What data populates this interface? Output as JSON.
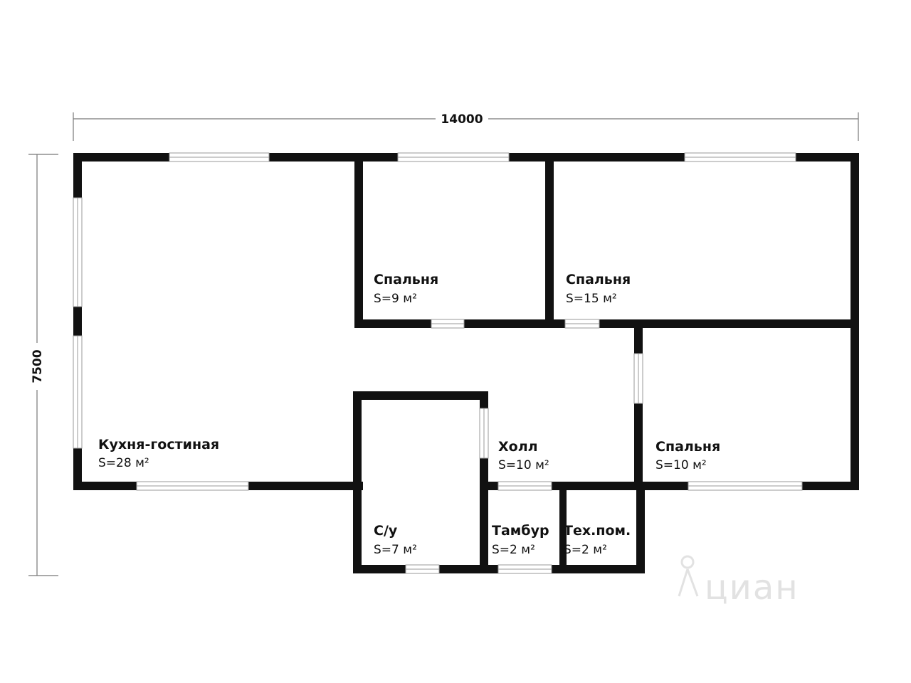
{
  "dimensions": {
    "width_label": "14000",
    "height_label": "7500"
  },
  "rooms": [
    {
      "id": "kitchen-living",
      "name": "Кухня-гостиная",
      "area": "S=28 м²"
    },
    {
      "id": "bedroom-small",
      "name": "Спальня",
      "area": "S=9 м²"
    },
    {
      "id": "bedroom-large",
      "name": "Спальня",
      "area": "S=15 м²"
    },
    {
      "id": "bedroom-right",
      "name": "Спальня",
      "area": "S=10 м²"
    },
    {
      "id": "hall",
      "name": "Холл",
      "area": "S=10 м²"
    },
    {
      "id": "bathroom",
      "name": "С/у",
      "area": "S=7 м²"
    },
    {
      "id": "vestibule",
      "name": "Тамбур",
      "area": "S=2 м²"
    },
    {
      "id": "tech-room",
      "name": "Тех.пом.",
      "area": "S=2 м²"
    }
  ],
  "watermark": {
    "text": "циан",
    "icon": "cian-logo-icon"
  },
  "colors": {
    "wall": "#111111",
    "window_frame": "#9a9a9a",
    "watermark": "#e2e2e2"
  }
}
